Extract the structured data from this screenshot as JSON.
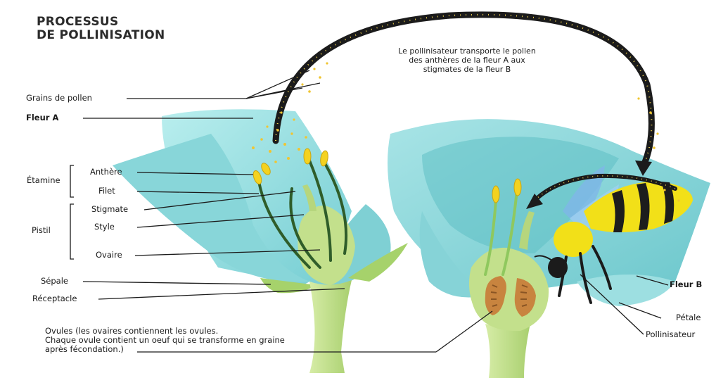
{
  "title": {
    "line1": "PROCESSUS",
    "line2": "DE POLLINISATION"
  },
  "note": {
    "line1": "Le pollinisateur transporte le pollen",
    "line2": "des anthères de la fleur A aux",
    "line3": "stigmates de la fleur B"
  },
  "labels": {
    "grains": "Grains de pollen",
    "fleur_a": "Fleur A",
    "etamine": "Étamine",
    "anthere": "Anthère",
    "filet": "Filet",
    "pistil": "Pistil",
    "stigmate": "Stigmate",
    "style": "Style",
    "ovaire": "Ovaire",
    "sepale": "Sépale",
    "receptacle": "Réceptacle",
    "fleur_b": "Fleur B",
    "petale": "Pétale",
    "pollinisateur": "Pollinisateur"
  },
  "ovules": {
    "line1": "Ovules (les ovaires contiennent les ovules.",
    "line2": "Chaque ovule contient un oeuf qui se transforme en graine",
    "line3": "après fécondation.)"
  },
  "colors": {
    "petal": "#7fd3d6",
    "petal_light": "#b4ecec",
    "stem": "#bfdc8a",
    "filament": "#2f5d2a",
    "anther": "#f4d21f",
    "ovule": "#c8843f",
    "arrow": "#1b1b1b",
    "bee_yellow": "#f2e018"
  }
}
